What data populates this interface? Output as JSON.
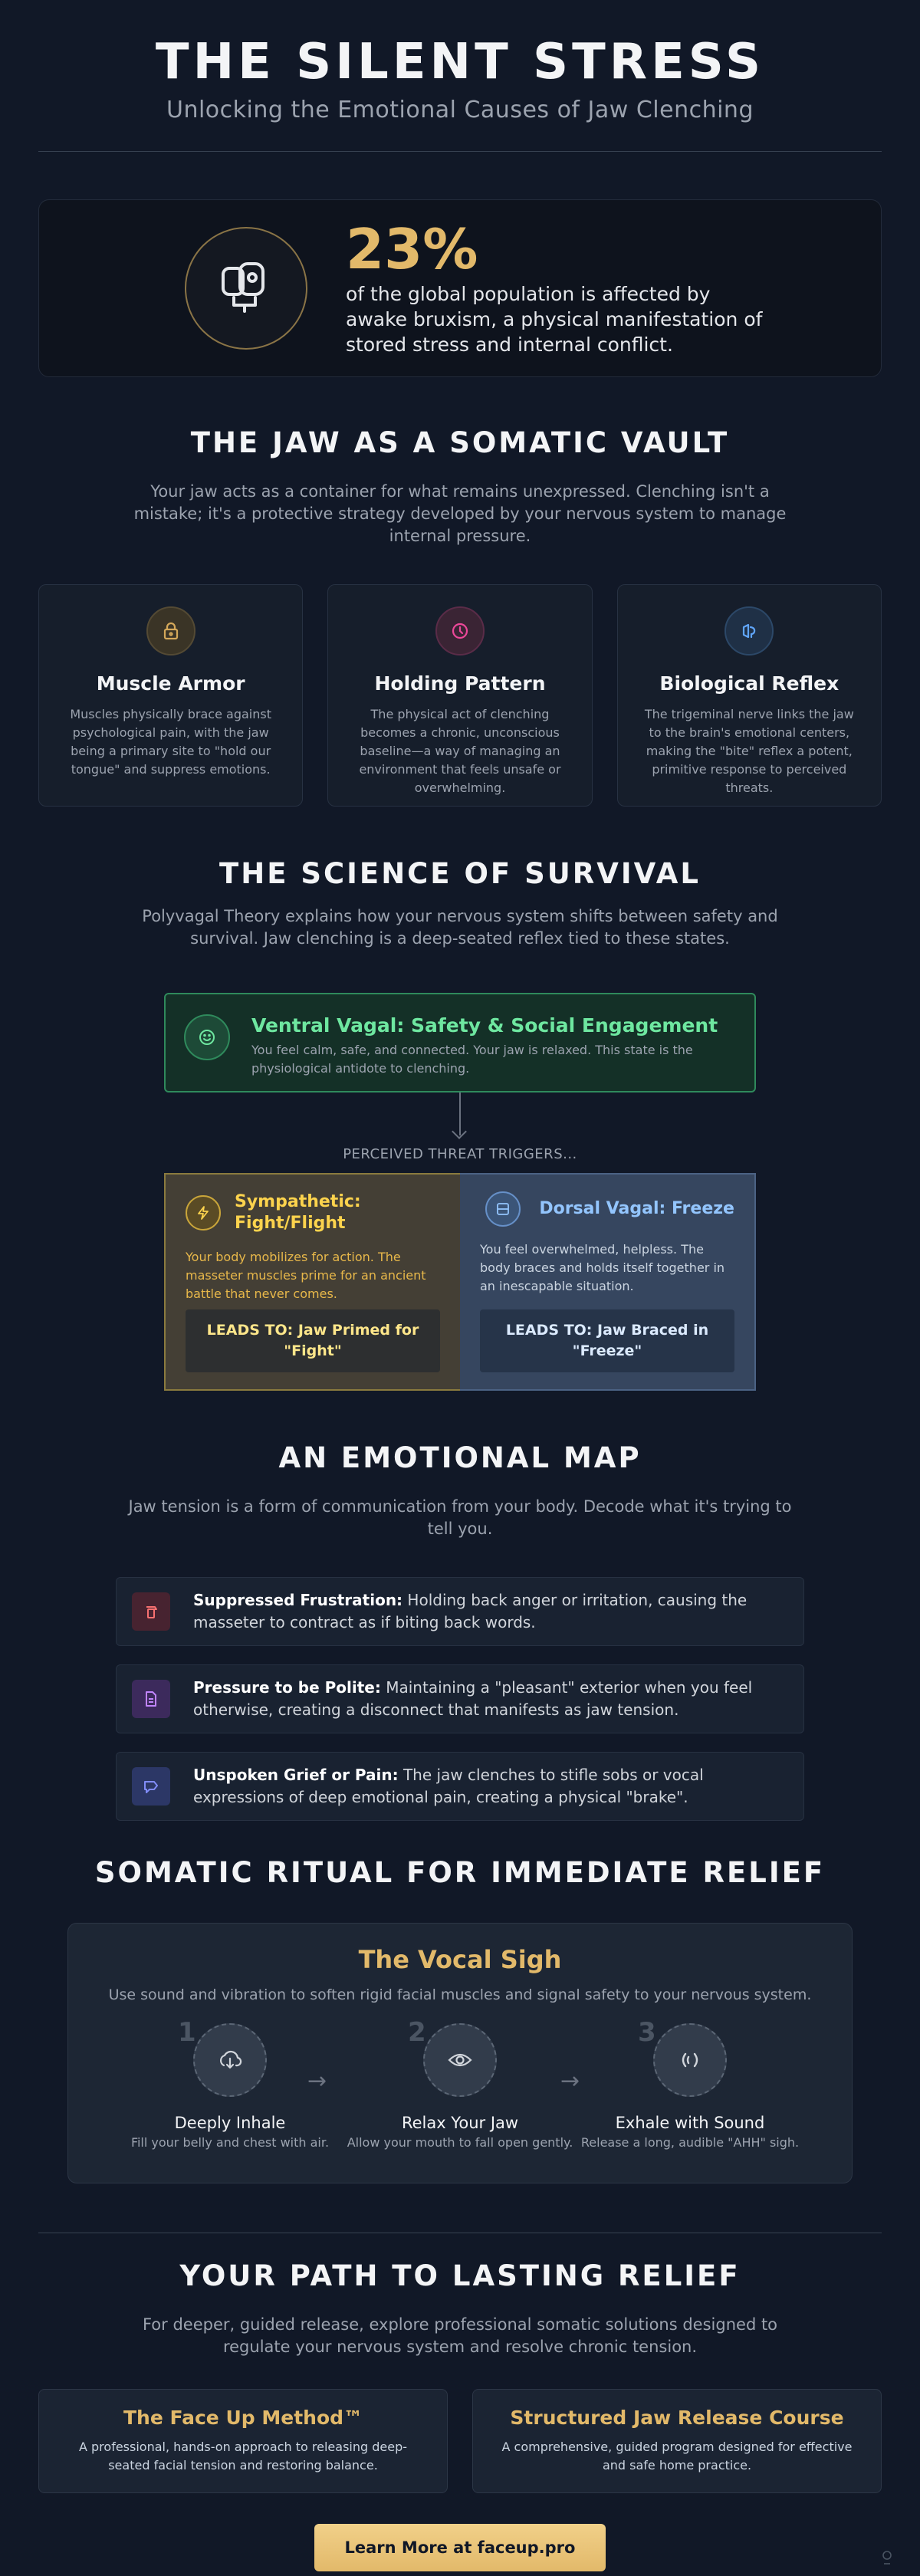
{
  "header": {
    "title": "THE SILENT STRESS",
    "subtitle": "Unlocking the Emotional Causes of Jaw Clenching"
  },
  "stat": {
    "icon": "jaw-clench-icon",
    "value": "23%",
    "description": "of the global population is affected by awake bruxism, a physical manifestation of stored stress and internal conflict."
  },
  "vault": {
    "title": "THE JAW AS A SOMATIC VAULT",
    "intro": "Your jaw acts as a container for what remains unexpressed. Clenching isn't a mistake; it's a protective strategy developed by your nervous system to manage internal pressure.",
    "cards": [
      {
        "icon": "lock-icon",
        "title": "Muscle Armor",
        "text": "Muscles physically brace against psychological pain, with the jaw being a primary site to \"hold our tongue\" and suppress emotions.",
        "color": "#d4a85a"
      },
      {
        "icon": "clock-icon",
        "title": "Holding Pattern",
        "text": "The physical act of clenching becomes a chronic, unconscious baseline—a way of managing an environment that feels unsafe or overwhelming.",
        "color": "#ec4899"
      },
      {
        "icon": "brain-icon",
        "title": "Biological Reflex",
        "text": "The trigeminal nerve links the jaw to the brain's emotional centers, making the \"bite\" reflex a potent, primitive response to perceived threats.",
        "color": "#60a5fa"
      }
    ]
  },
  "science": {
    "title": "THE SCIENCE OF SURVIVAL",
    "intro": "Polyvagal Theory explains how your nervous system shifts between safety and survival. Jaw clenching is a deep-seated reflex tied to these states.",
    "ventral": {
      "icon": "smile-icon",
      "title": "Ventral Vagal: Safety & Social Engagement",
      "text": "You feel calm, safe, and connected. Your jaw is relaxed. This state is the physiological antidote to clenching."
    },
    "trigger": "PERCEIVED THREAT TRIGGERS...",
    "sympathetic": {
      "icon": "lightning-icon",
      "title": "Sympathetic: Fight/Flight",
      "text": "Your body mobilizes for action. The masseter muscles prime for an ancient battle that never comes.",
      "leads": "LEADS TO: Jaw Primed for \"Fight\""
    },
    "dorsal": {
      "icon": "freeze-icon",
      "title": "Dorsal Vagal: Freeze",
      "text": "You feel overwhelmed, helpless. The body braces and holds itself together in an inescapable situation.",
      "leads": "LEADS TO: Jaw Braced in \"Freeze\""
    }
  },
  "map": {
    "title": "AN EMOTIONAL MAP",
    "intro": "Jaw tension is a form of communication from your body. Decode what it's trying to tell you.",
    "items": [
      {
        "icon": "fire-extinguisher-icon",
        "bold": "Suppressed Frustration:",
        "text": " Holding back anger or irritation, causing the masseter to contract as if biting back words."
      },
      {
        "icon": "document-icon",
        "bold": "Pressure to be Polite:",
        "text": " Maintaining a \"pleasant\" exterior when you feel otherwise, creating a disconnect that manifests as jaw tension."
      },
      {
        "icon": "speech-bubble-icon",
        "bold": "Unspoken Grief or Pain:",
        "text": " The jaw clenches to stifle sobs or vocal expressions of deep emotional pain, creating a physical \"brake\"."
      }
    ]
  },
  "ritual": {
    "title": "SOMATIC RITUAL FOR IMMEDIATE RELIEF",
    "card_title": "The Vocal Sigh",
    "description": "Use sound and vibration to soften rigid facial muscles and signal safety to your nervous system.",
    "steps": [
      {
        "num": "1",
        "icon": "inhale-icon",
        "title": "Deeply Inhale",
        "text": "Fill your belly and chest with air."
      },
      {
        "num": "2",
        "icon": "eye-icon",
        "title": "Relax Your Jaw",
        "text": "Allow your mouth to fall open gently."
      },
      {
        "num": "3",
        "icon": "sound-wave-icon",
        "title": "Exhale with Sound",
        "text": "Release a long, audible \"AHH\" sigh."
      }
    ],
    "arrow": "→"
  },
  "path": {
    "title": "YOUR PATH TO LASTING RELIEF",
    "intro": "For deeper, guided release, explore professional somatic solutions designed to regulate your nervous system and resolve chronic tension.",
    "cards": [
      {
        "title": "The Face Up Method™",
        "text": "A professional, hands-on approach to releasing deep-seated facial tension and restoring balance."
      },
      {
        "title": "Structured Jaw Release Course",
        "text": "A comprehensive, guided program designed for effective and safe home practice."
      }
    ],
    "cta": "Learn More at faceup.pro"
  },
  "colors": {
    "background": "#111827",
    "accent_gold": "#e2b96a",
    "ventral_green": "#6ee7a0",
    "sympathetic_yellow": "#fcd34d",
    "dorsal_blue": "#93c5fd"
  }
}
